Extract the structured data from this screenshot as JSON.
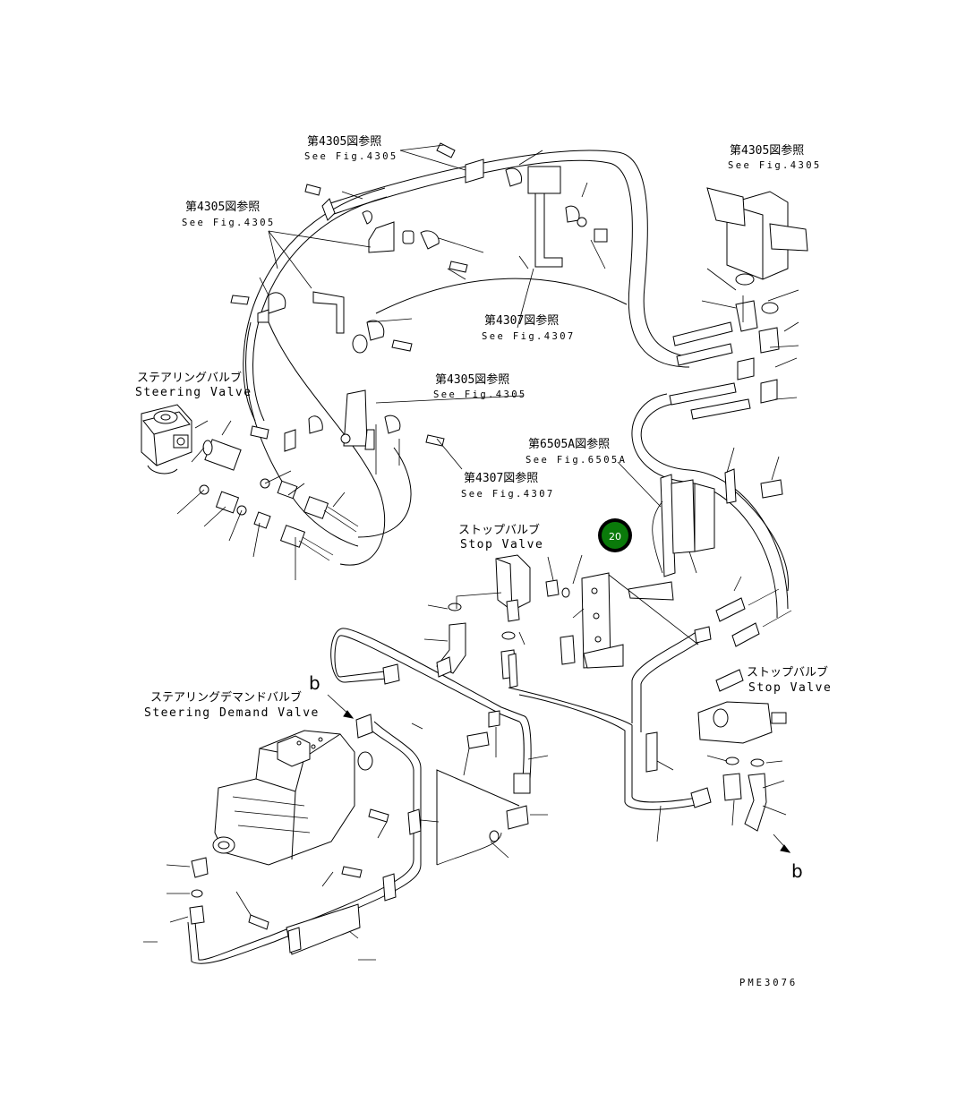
{
  "references": [
    {
      "jp": "第4305図参照",
      "en": "See Fig.4305"
    },
    {
      "jp": "第4305図参照",
      "en": "See Fig.4305"
    },
    {
      "jp": "第4305図参照",
      "en": "See Fig.4305"
    },
    {
      "jp": "第4307図参照",
      "en": "See Fig.4307"
    },
    {
      "jp": "第4305図参照",
      "en": "See Fig.4305"
    },
    {
      "jp": "第6505A図参照",
      "en": "See Fig.6505A"
    },
    {
      "jp": "第4307図参照",
      "en": "See Fig.4307"
    }
  ],
  "components": {
    "steering_valve": {
      "jp": "ステアリングバルブ",
      "en": "Steering Valve"
    },
    "stop_valve_center": {
      "jp": "ストップバルブ",
      "en": "Stop Valve"
    },
    "stop_valve_right": {
      "jp": "ストップバルブ",
      "en": "Stop Valve"
    },
    "steering_demand_valve": {
      "jp": "ステアリングデマンドバルブ",
      "en": "Steering Demand Valve"
    }
  },
  "connection_marks": [
    "b",
    "b"
  ],
  "callout": {
    "number": "20",
    "color": "#0a7a0a"
  },
  "drawing_code": "PME3076"
}
